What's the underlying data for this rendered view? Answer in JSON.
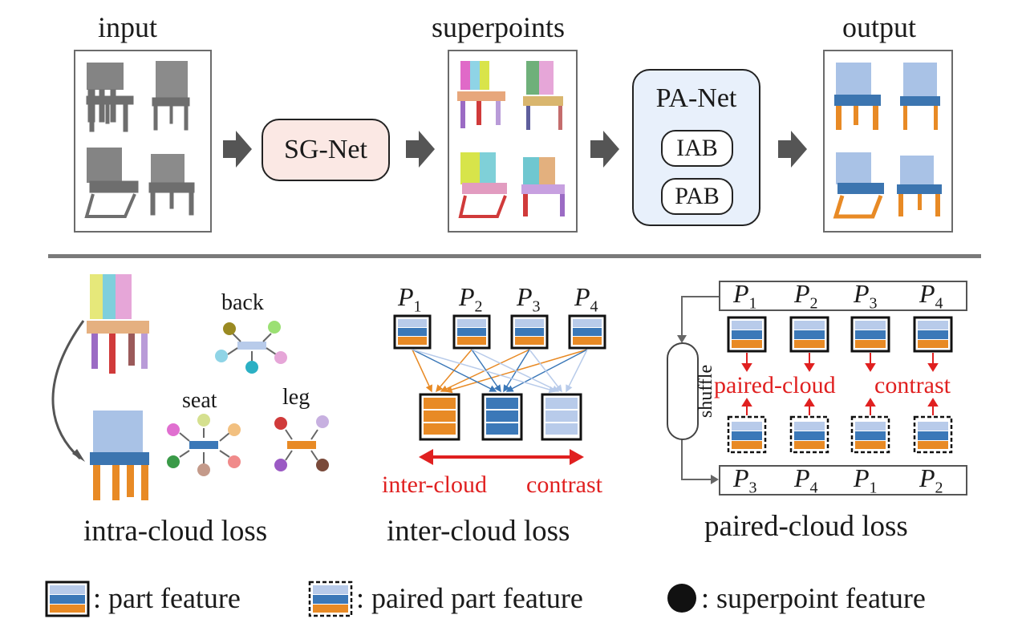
{
  "top": {
    "input_label": "input",
    "superpoints_label": "superpoints",
    "output_label": "output",
    "sgnet_label": "SG-Net",
    "panet_label": "PA-Net",
    "iab_label": "IAB",
    "pab_label": "PAB"
  },
  "intra": {
    "back_label": "back",
    "seat_label": "seat",
    "leg_label": "leg",
    "caption": "intra-cloud loss"
  },
  "inter": {
    "p_labels": [
      "P",
      "P",
      "P",
      "P"
    ],
    "p_subs": [
      "1",
      "2",
      "3",
      "4"
    ],
    "left_text": "inter-cloud",
    "right_text": "contrast",
    "caption": "inter-cloud loss"
  },
  "paired": {
    "top_subs": [
      "1",
      "2",
      "3",
      "4"
    ],
    "bottom_subs": [
      "3",
      "4",
      "1",
      "2"
    ],
    "shuffle_label": "shuffle",
    "left_text": "paired-cloud",
    "right_text": "contrast",
    "caption": "paired-cloud loss"
  },
  "legend": {
    "part_feature": ": part feature",
    "paired_part_feature": ": paired part feature",
    "superpoint_feature": ": superpoint feature"
  },
  "colors": {
    "light_blue": "#b8cbea",
    "mid_blue": "#3b78b8",
    "orange": "#e88a25",
    "red": "#e02020",
    "gray_chair": "#6e6e6e"
  }
}
